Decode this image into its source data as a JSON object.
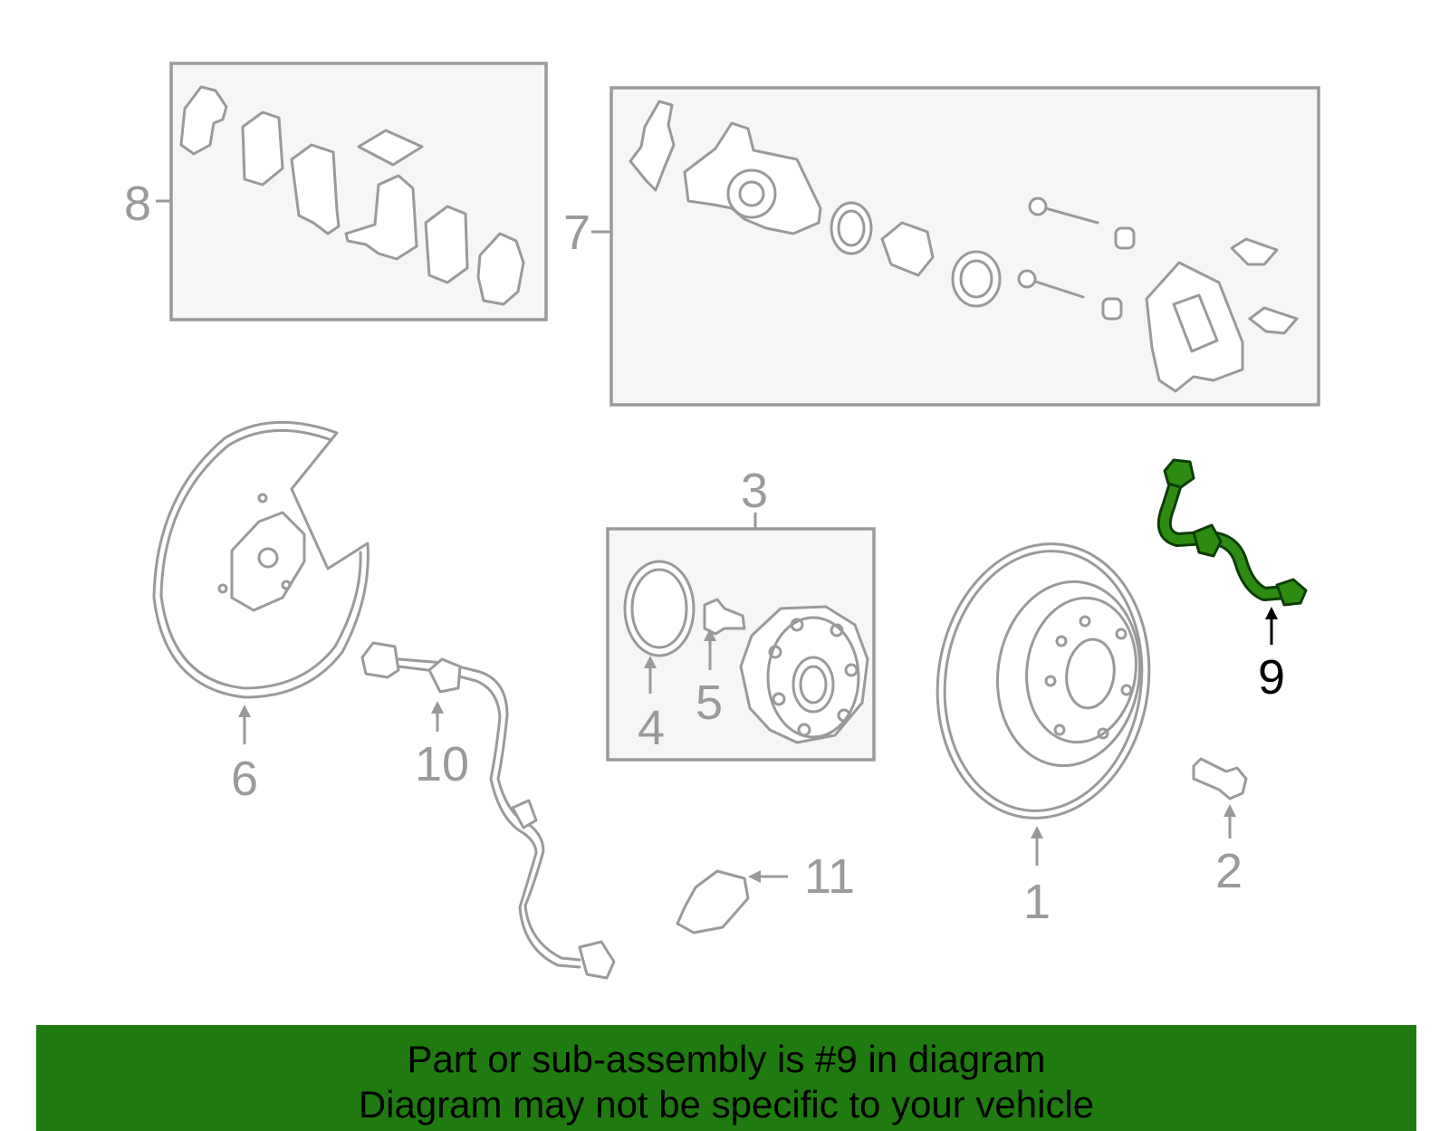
{
  "callouts": {
    "c1": "1",
    "c2": "2",
    "c3": "3",
    "c4": "4",
    "c5": "5",
    "c6": "6",
    "c7": "7",
    "c8": "8",
    "c9": "9",
    "c10": "10",
    "c11": "11"
  },
  "banner": {
    "line1": "Part or sub-assembly is #9 in diagram",
    "line2": "Diagram may not be specific to your vehicle"
  },
  "colors": {
    "highlight": "#2e8b12",
    "banner": "#1f7a0f",
    "line_art": "#9a9a9a"
  }
}
